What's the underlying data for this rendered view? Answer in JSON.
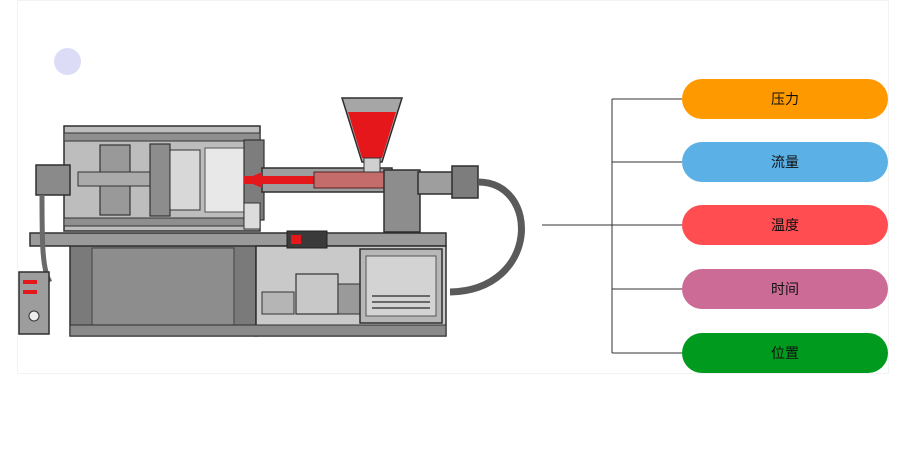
{
  "labels": [
    {
      "text": "压力",
      "color": "#ff9900"
    },
    {
      "text": "流量",
      "color": "#5bb0e6"
    },
    {
      "text": "温度",
      "color": "#ff4d52"
    },
    {
      "text": "时间",
      "color": "#cc6b96"
    },
    {
      "text": "位置",
      "color": "#009a1e"
    }
  ],
  "colors": {
    "machine_body": "#808080",
    "machine_dark": "#3d3d3d",
    "machine_light": "#cfcfcf",
    "melt": "#e5171b",
    "connector": "#333333"
  }
}
